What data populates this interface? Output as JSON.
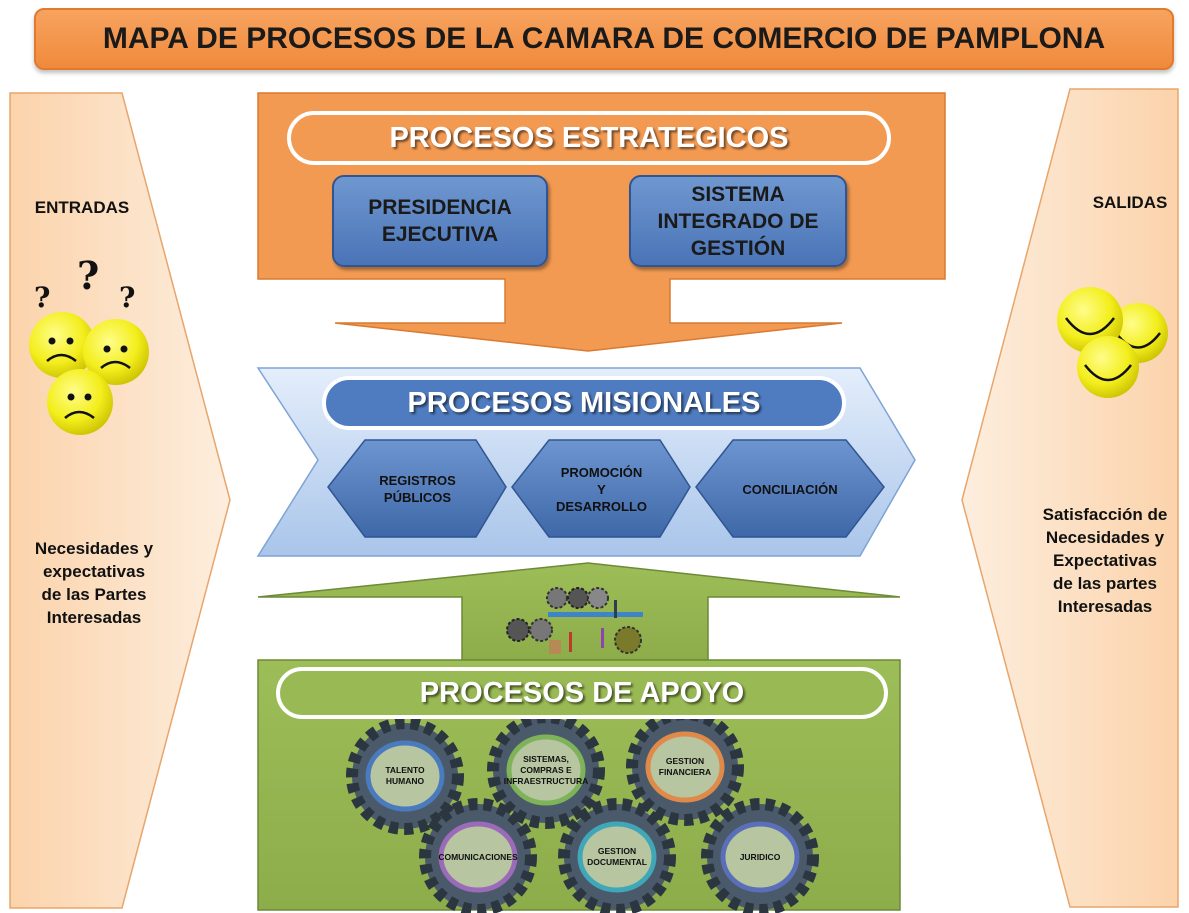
{
  "title": "MAPA DE PROCESOS DE LA CAMARA DE COMERCIO DE PAMPLONA",
  "entradas": {
    "heading": "ENTRADAS",
    "question_marks": [
      "?",
      "?",
      "?"
    ],
    "description_lines": [
      "Necesidades y",
      "expectativas",
      "de las Partes",
      "Interesadas"
    ]
  },
  "salidas": {
    "heading": "SALIDAS",
    "description_lines": [
      "Satisfacción de",
      "Necesidades y",
      "Expectativas",
      "de las partes",
      "Interesadas"
    ]
  },
  "estrategicos": {
    "heading": "PROCESOS ESTRATEGICOS",
    "box1_lines": [
      "PRESIDENCIA",
      "EJECUTIVA"
    ],
    "box2_lines": [
      "SISTEMA",
      "INTEGRADO DE",
      "GESTIÓN"
    ]
  },
  "misionales": {
    "heading": "PROCESOS MISIONALES",
    "hex1_lines": [
      "REGISTROS",
      "PÚBLICOS"
    ],
    "hex2_lines": [
      "PROMOCIÓN",
      "Y",
      "DESARROLLO"
    ],
    "hex3_lines": [
      "CONCILIACIÓN"
    ]
  },
  "apoyo": {
    "heading": "PROCESOS DE APOYO",
    "gears": [
      {
        "lines": [
          "TALENTO",
          "HUMANO"
        ],
        "color": "#4a7bbf"
      },
      {
        "lines": [
          "SISTEMAS,",
          "COMPRAS E",
          "INFRAESTRUCTURA"
        ],
        "color": "#7fb35a"
      },
      {
        "lines": [
          "GESTION",
          "FINANCIERA"
        ],
        "color": "#e08a4a"
      },
      {
        "lines": [
          "COMUNICACIONES"
        ],
        "color": "#9b6ab8"
      },
      {
        "lines": [
          "GESTION",
          "DOCUMENTAL"
        ],
        "color": "#3fa7b8"
      },
      {
        "lines": [
          "JURIDICO"
        ],
        "color": "#5a6fb8"
      }
    ]
  },
  "colors": {
    "orange": "#f39a52",
    "light_orange": "#fde3c8",
    "blue": "#4f7cc0",
    "light_blue": "#cfe0f5",
    "green": "#99b954",
    "smiley_yellow": "#f2ee1c"
  }
}
